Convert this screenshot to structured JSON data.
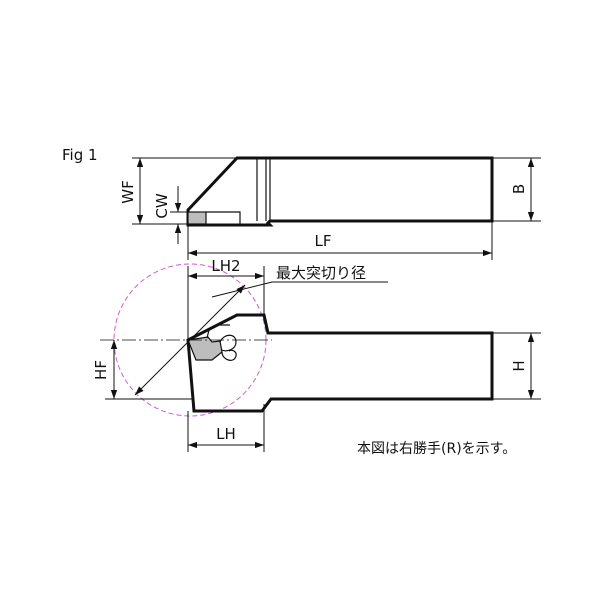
{
  "figure_label": "Fig 1",
  "labels": {
    "wf": "WF",
    "cw": "CW",
    "b": "B",
    "lf": "LF",
    "lh2": "LH2",
    "max_cut_dia": "最大突切り径",
    "hf": "HF",
    "h": "H",
    "lh": "LH"
  },
  "note": "本図は右勝手(R)を示す。",
  "colors": {
    "line": "#111111",
    "insert": "#bdbdbd",
    "circle": "#d05bd0"
  }
}
